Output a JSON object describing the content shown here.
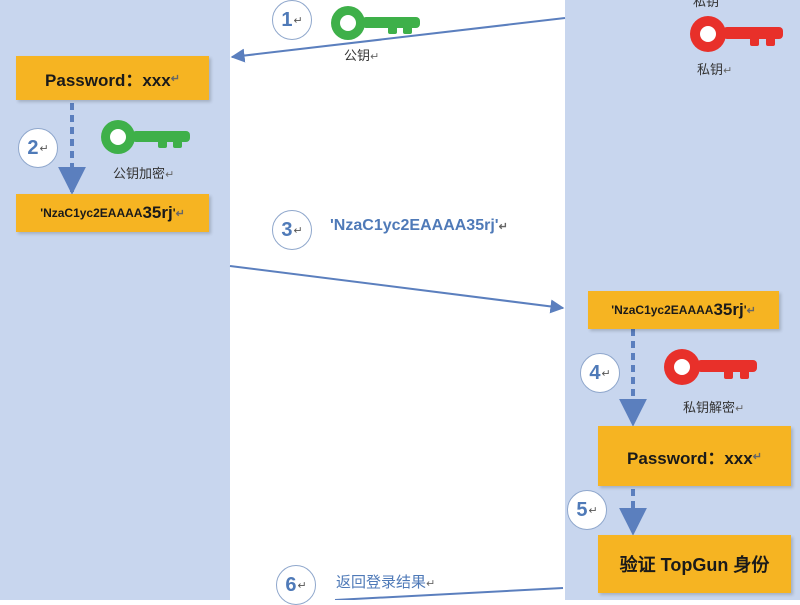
{
  "diagram": {
    "colors": {
      "lane": "#c8d6ee",
      "box": "#f6b422",
      "arrow": "#5b7fbe",
      "public_key": "#3eb049",
      "private_key": "#e8302a"
    },
    "steps": [
      "1",
      "2",
      "3",
      "4",
      "5",
      "6"
    ],
    "return_mark": "↵",
    "left_lane": {
      "password_box": "Password：xxx",
      "public_key_encrypt_label": "公钥加密",
      "token_box": {
        "prefix": "'NzaC1yc2EAAAA",
        "big": "35rj",
        "suffix": "'"
      }
    },
    "middle": {
      "public_key_label": "公钥",
      "token_message": "'NzaC1yc2EAAAA35rj'",
      "return_result_label": "返回登录结果"
    },
    "right_lane": {
      "top_cut_label": "私钥",
      "private_key_label": "私钥",
      "token_box": {
        "prefix": "'NzaC1yc2EAAAA",
        "big": "35rj",
        "suffix": "'"
      },
      "private_key_decrypt_label": "私钥解密",
      "password_box": "Password：xxx",
      "verify_box": "验证 TopGun 身份"
    },
    "icons": [
      "public-key-icon",
      "private-key-icon"
    ]
  }
}
